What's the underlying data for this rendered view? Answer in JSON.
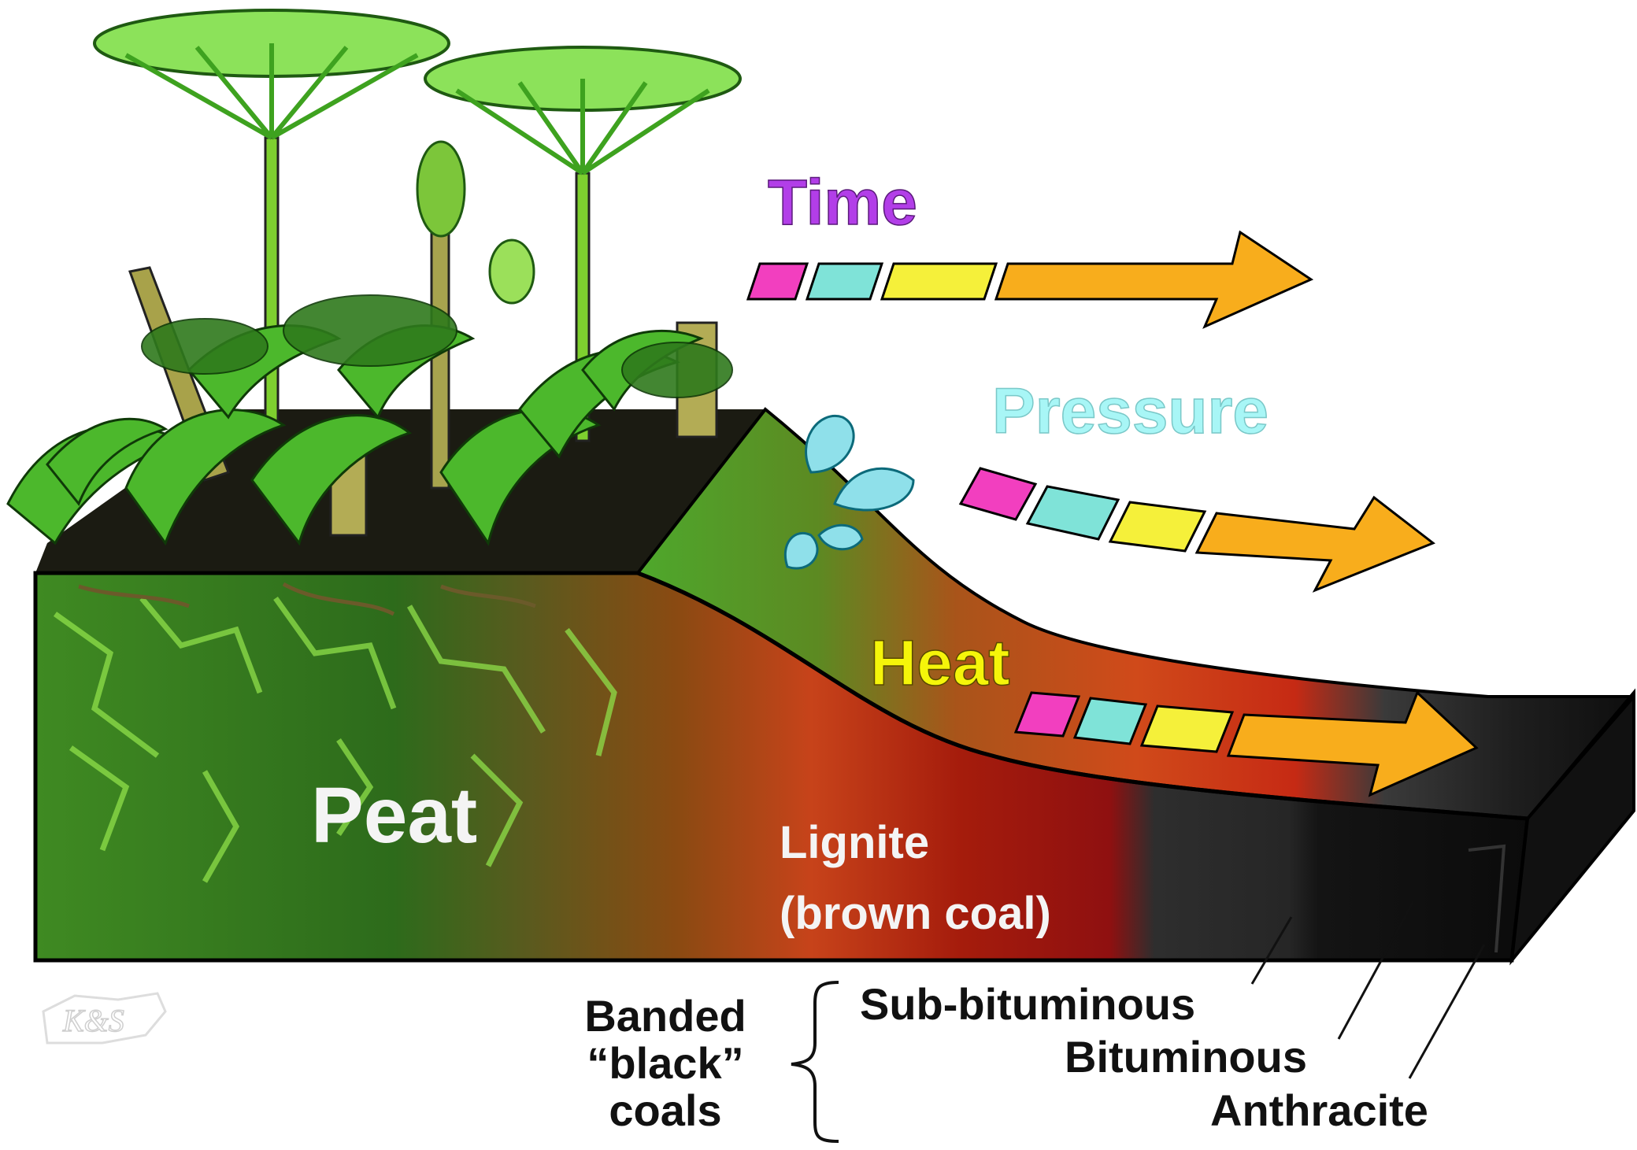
{
  "factors": {
    "time": {
      "label": "Time",
      "color": "#b23ee8"
    },
    "pressure": {
      "label": "Pressure",
      "color": "#a8f6f6"
    },
    "heat": {
      "label": "Heat",
      "color": "#f5f50a"
    }
  },
  "arrow_colors": [
    "#f23fbf",
    "#7fe3d8",
    "#f5f03a",
    "#f8ad1c"
  ],
  "layers": {
    "peat": "Peat",
    "lignite_line1": "Lignite",
    "lignite_line2": "(brown coal)"
  },
  "coal_types": {
    "sub_bituminous": "Sub-bituminous",
    "bituminous": "Bituminous",
    "anthracite": "Anthracite"
  },
  "bracket_label": {
    "line1": "Banded",
    "line2": "“black”",
    "line3": "coals"
  },
  "logo_text": "K&S"
}
